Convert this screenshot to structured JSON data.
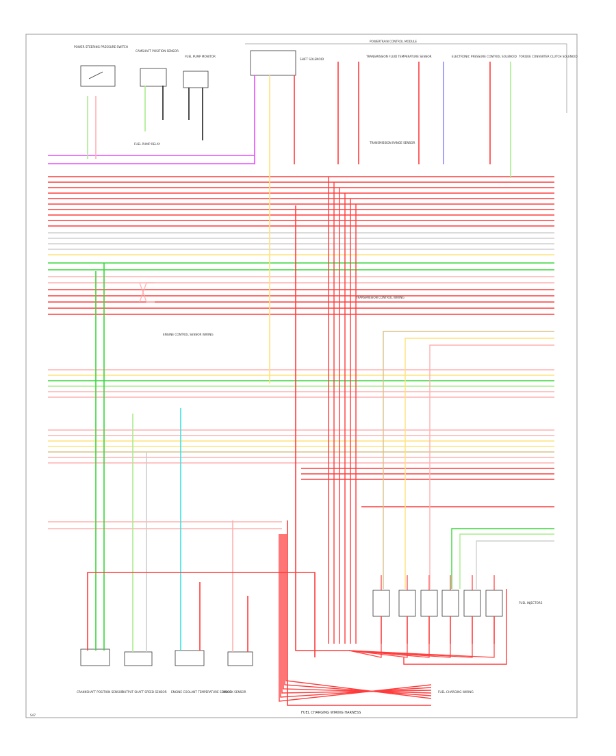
{
  "diagram": {
    "colors": {
      "red": "#ff3b3b",
      "pink": "#ffb0b0",
      "yellow": "#ffe27a",
      "green": "#39d639",
      "light_green": "#a8ec8c",
      "gray": "#cfcfcf",
      "violet": "#e64bff",
      "blue": "#8e8eff",
      "cyan": "#3fe0e0",
      "tan": "#d8c28a",
      "black": "#222222",
      "frame": "#999999"
    },
    "frame_title": "POWERTRAIN CONTROL MODULE",
    "top_components": [
      {
        "name": "power-steering-pressure-switch",
        "label": "POWER STEERING PRESSURE SWITCH"
      },
      {
        "name": "camshaft-position-sensor",
        "label": "CAMSHAFT POSITION SENSOR"
      },
      {
        "name": "fuel-pump-monitor",
        "label": "FUEL PUMP MONITOR"
      }
    ],
    "top_right_components": [
      {
        "name": "shift-solenoid",
        "label": "SHIFT SOLENOID"
      },
      {
        "name": "transmission-fluid-temperature-sensor",
        "label": "TRANSMISSION FLUID TEMPERATURE SENSOR"
      },
      {
        "name": "electronic-pressure-control-solenoid",
        "label": "ELECTRONIC PRESSURE CONTROL SOLENOID"
      },
      {
        "name": "torque-converter-clutch-solenoid",
        "label": "TORQUE CONVERTER CLUTCH SOLENOID"
      }
    ],
    "left_notes": [
      "FUEL PUMP RELAY",
      "TRANSMISSION RANGE SENSOR"
    ],
    "center_notes": [
      "ENGINE CONTROL SENSOR WIRING",
      "TRANSMISSION CONTROL WIRING"
    ],
    "bottom_components": [
      {
        "name": "crankshaft-position-sensor",
        "label": "CRANKSHAFT POSITION SENSOR"
      },
      {
        "name": "output-shaft-speed-sensor",
        "label": "OUTPUT SHAFT SPEED SENSOR"
      },
      {
        "name": "engine-coolant-temperature-sensor",
        "label": "ENGINE COOLANT TEMPERATURE SENSOR"
      },
      {
        "name": "knock-sensor",
        "label": "KNOCK SENSOR"
      }
    ],
    "injector_label": "FUEL INJECTORS",
    "bottom_junction_label": "FUEL CHARGING WIRING",
    "bottom_caption": "FUEL CHARGING WIRING HARNESS",
    "corner_label": "S47"
  }
}
